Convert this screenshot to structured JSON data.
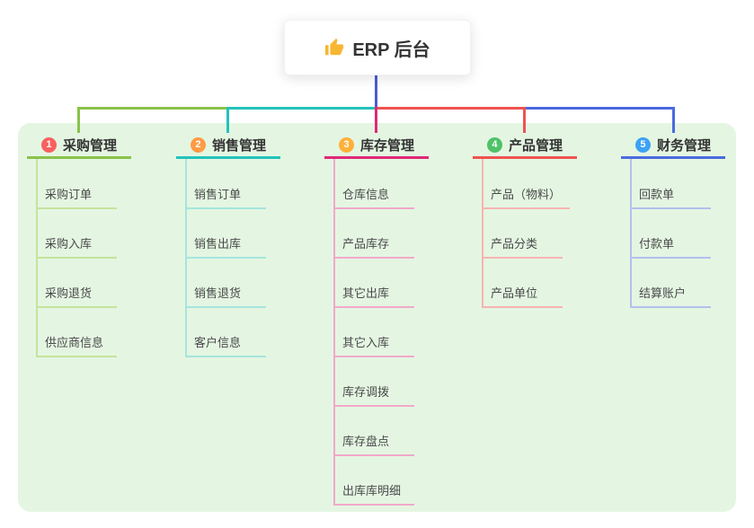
{
  "root": {
    "title": "ERP 后台",
    "icon": "thumbs-up-icon",
    "icon_color": "#f7b731"
  },
  "palette": {
    "canvas_background": "#e4f6e2",
    "root_connector": "#4b5cd3"
  },
  "branches": [
    {
      "index": "1",
      "label": "采购管理",
      "color": "#8ac24a",
      "badge_color": "#f8615f",
      "children": [
        "采购订单",
        "采购入库",
        "采购退货",
        "供应商信息"
      ]
    },
    {
      "index": "2",
      "label": "销售管理",
      "color": "#23c3bb",
      "badge_color": "#ff9b44",
      "children": [
        "销售订单",
        "销售出库",
        "销售退货",
        "客户信息"
      ]
    },
    {
      "index": "3",
      "label": "库存管理",
      "color": "#e02878",
      "badge_color": "#ffb03a",
      "children": [
        "仓库信息",
        "产品库存",
        "其它出库",
        "其它入库",
        "库存调拨",
        "库存盘点",
        "出库库明细"
      ]
    },
    {
      "index": "4",
      "label": "产品管理",
      "color": "#ef5350",
      "badge_color": "#4fc268",
      "children": [
        "产品（物料）",
        "产品分类",
        "产品单位"
      ]
    },
    {
      "index": "5",
      "label": "财务管理",
      "color": "#4a6bdf",
      "badge_color": "#3da2f5",
      "children": [
        "回款单",
        "付款单",
        "结算账户"
      ]
    }
  ]
}
